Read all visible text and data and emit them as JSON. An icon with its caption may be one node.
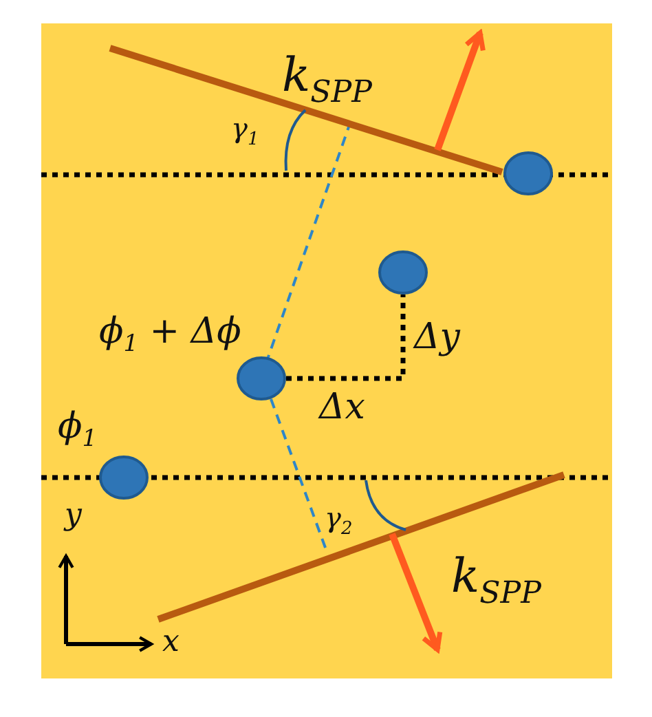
{
  "diagram": {
    "labels": [
      "k$_{SPP}$",
      "γ$_{1}$",
      "ϕ$_{1}$ + Δϕ",
      "Δy",
      "Δx",
      "ϕ$_{1}$",
      "y",
      "γ$_{2}$",
      "k$_{SPP}$",
      "x"
    ]
  }
}
